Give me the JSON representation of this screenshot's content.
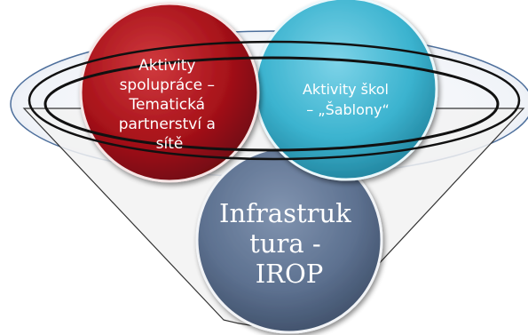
{
  "diagram": {
    "circles": [
      {
        "id": "red",
        "lines": [
          "Aktivity",
          "spolupráce –",
          "Tematická",
          "partnerství a",
          "sítě"
        ],
        "color": "#a8121a"
      },
      {
        "id": "cyan",
        "lines": [
          "Aktivity škol",
          "– „Šablony“"
        ],
        "color": "#3bb3cf"
      },
      {
        "id": "slate",
        "lines": [
          "Infrastruk",
          "tura -",
          "IROP"
        ],
        "color": "#5d7190"
      }
    ],
    "funnel_color": "#f2f2f2",
    "rim_color": "#4d6f9c"
  }
}
